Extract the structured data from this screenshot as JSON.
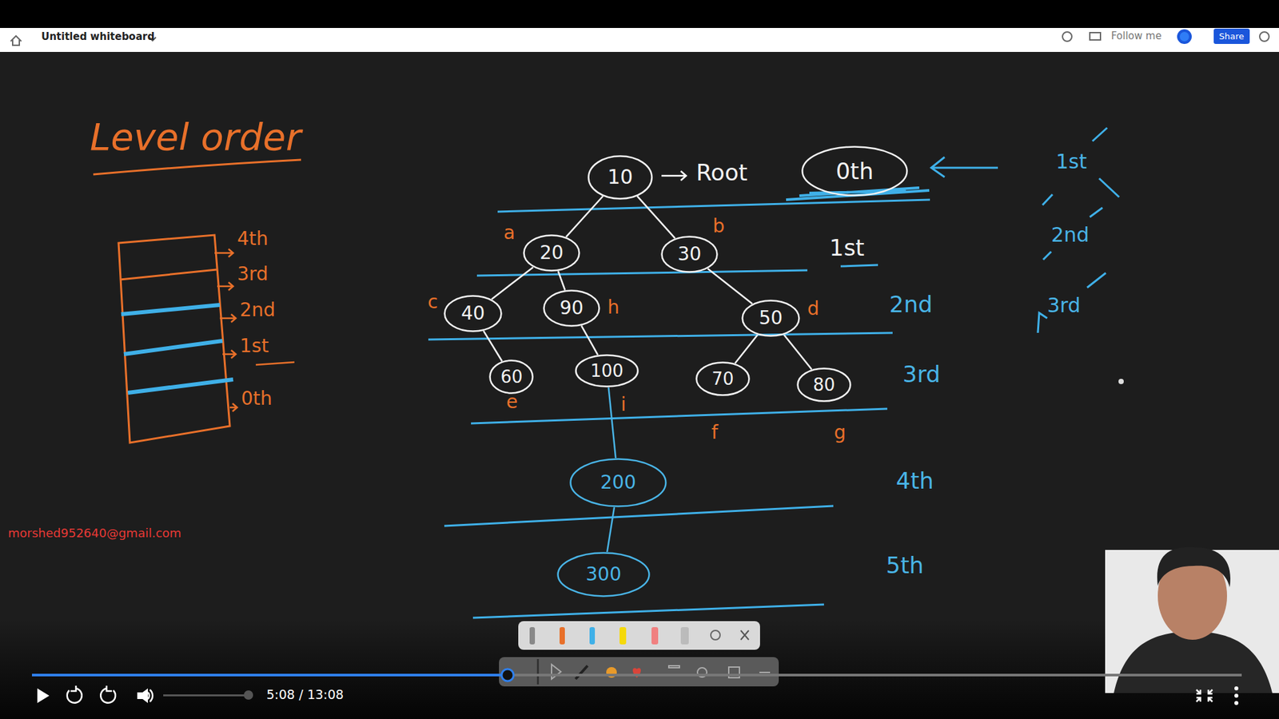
{
  "diagram": {
    "title": "Level order",
    "nodes": [
      {
        "text": [
          "10"
        ]
      },
      {
        "text": [
          "0th"
        ]
      },
      {
        "text": [
          "20"
        ]
      },
      {
        "text": [
          "30"
        ]
      },
      {
        "text": [
          "40"
        ]
      },
      {
        "text": [
          "90"
        ]
      },
      {
        "text": [
          "50"
        ]
      },
      {
        "text": [
          "60"
        ]
      },
      {
        "text": [
          "100"
        ]
      },
      {
        "text": [
          "70"
        ]
      },
      {
        "text": [
          "80"
        ]
      },
      {
        "text": [
          "200"
        ]
      },
      {
        "text": [
          "300"
        ]
      }
    ],
    "edges": [
      {
        "from": 0,
        "to": 2,
        "arrow": "none"
      },
      {
        "from": 0,
        "to": 3,
        "arrow": "none"
      },
      {
        "from": 2,
        "to": 4,
        "arrow": "none"
      },
      {
        "from": 2,
        "to": 5,
        "arrow": "none"
      },
      {
        "from": 3,
        "to": 6,
        "arrow": "none"
      },
      {
        "from": 4,
        "to": 7,
        "arrow": "none"
      },
      {
        "from": 5,
        "to": 8,
        "arrow": "none"
      },
      {
        "from": 6,
        "to": 9,
        "arrow": "none"
      },
      {
        "from": 6,
        "to": 10,
        "arrow": "none"
      },
      {
        "from": 8,
        "to": 11,
        "arrow": "none"
      },
      {
        "from": 11,
        "to": 12,
        "arrow": "none"
      }
    ],
    "labels": [
      "Untitled whiteboard",
      "Follow me",
      "Share",
      "4th",
      "3rd",
      "2nd",
      "1st",
      "0th",
      "Root",
      "a",
      "b",
      "c",
      "h",
      "d",
      "e",
      "i",
      "f",
      "g",
      "1st",
      "2nd",
      "3rd",
      "4th",
      "5th",
      "1st",
      "2nd",
      "3rd",
      "morshed952640@gmail.com",
      "5:08 / 13:08"
    ]
  }
}
